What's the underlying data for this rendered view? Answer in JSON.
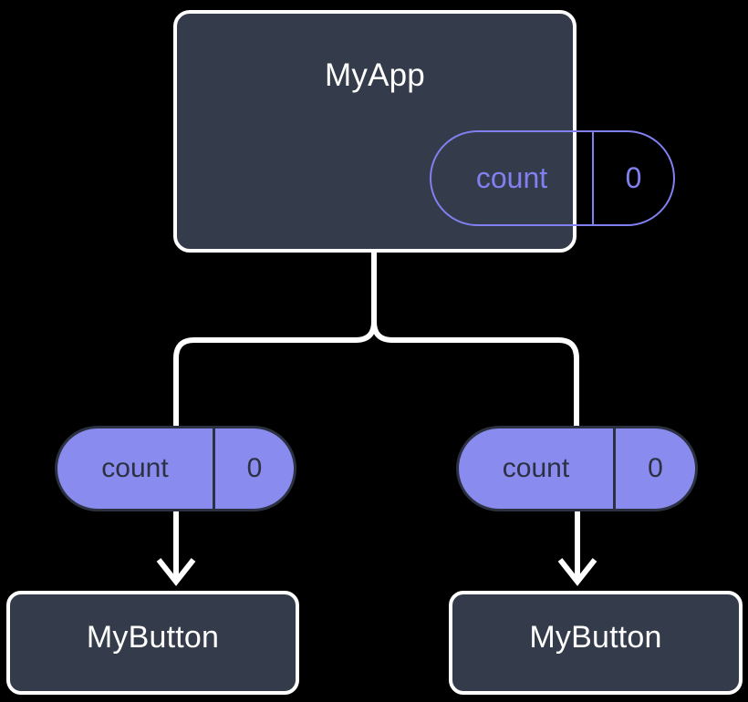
{
  "diagram": {
    "title_text": "MyApp",
    "background_color": "#000000",
    "box_fill_color": "#343B4A",
    "box_border_color": "#FFFFFF",
    "pill_fill_color": "#8A8BEE",
    "pill_outline_color": "#8080F0",
    "pill_dark_text_color": "#2B3140",
    "connector_color": "#FFFFFF"
  },
  "root": {
    "name": "MyApp",
    "state": {
      "key": "count",
      "value": "0"
    }
  },
  "children": [
    {
      "prop": {
        "key": "count",
        "value": "0"
      },
      "component": {
        "name": "MyButton"
      }
    },
    {
      "prop": {
        "key": "count",
        "value": "0"
      },
      "component": {
        "name": "MyButton"
      }
    }
  ]
}
